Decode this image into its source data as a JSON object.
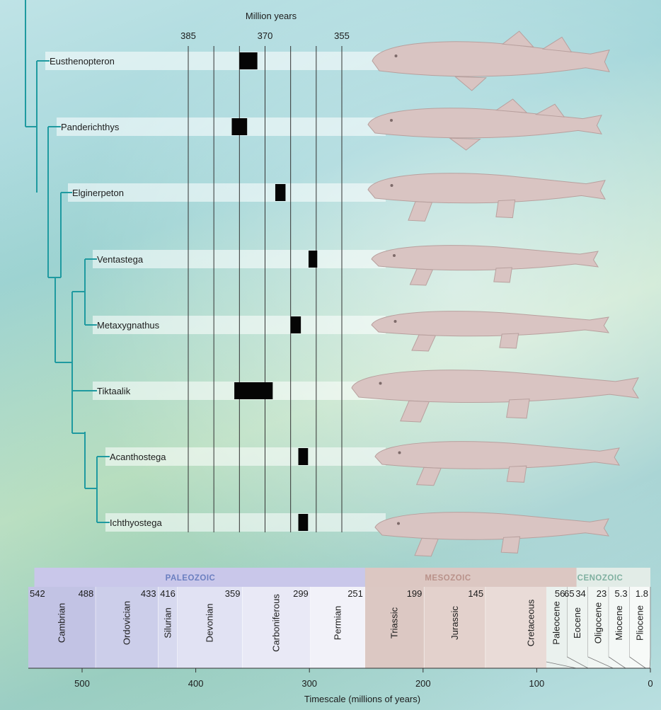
{
  "top_axis": {
    "title": "Million years",
    "labels": [
      {
        "value": 385,
        "text": "385"
      },
      {
        "value": 370,
        "text": "370"
      },
      {
        "value": 355,
        "text": "355"
      }
    ],
    "gridlines": [
      385,
      380,
      375,
      370,
      365,
      360,
      355
    ]
  },
  "taxa": [
    {
      "name": "Eusthenopteron",
      "range": [
        375,
        371.5
      ],
      "depth": 1
    },
    {
      "name": "Panderichthys",
      "range": [
        376.5,
        373.5
      ],
      "depth": 2
    },
    {
      "name": "Elginerpeton",
      "range": [
        368,
        366
      ],
      "depth": 3
    },
    {
      "name": "Ventastega",
      "range": [
        361.5,
        359.8
      ],
      "depth": 5
    },
    {
      "name": "Metaxygnathus",
      "range": [
        365,
        363
      ],
      "depth": 5
    },
    {
      "name": "Tiktaalik",
      "range": [
        376,
        368.5
      ],
      "depth": 5
    },
    {
      "name": "Acanthostega",
      "range": [
        363.5,
        361.6
      ],
      "depth": 6
    },
    {
      "name": "Ichthyostega",
      "range": [
        363.5,
        361.6
      ],
      "depth": 6
    }
  ],
  "eras": [
    {
      "name": "PALEOZOIC",
      "start": 542,
      "end": 251,
      "color": "#c9c7ea",
      "text_color": "#6b7fc0"
    },
    {
      "name": "MESOZOIC",
      "start": 251,
      "end": 65,
      "color": "#dcc7c2",
      "text_color": "#b9928a"
    },
    {
      "name": "CENOZOIC",
      "start": 65,
      "end": 0,
      "color": "#e2ece7",
      "text_color": "#7fb0a0"
    }
  ],
  "periods": [
    {
      "name": "Cambrian",
      "start": 542,
      "end": 488,
      "start_label": "542",
      "end_label": "488",
      "color": "#c2c3e4"
    },
    {
      "name": "Ordovician",
      "start": 488,
      "end": 433,
      "end_label": "433",
      "color": "#ccceea"
    },
    {
      "name": "Silurian",
      "start": 433,
      "end": 416,
      "end_label": "416",
      "color": "#d7d9ef"
    },
    {
      "name": "Devonian",
      "start": 416,
      "end": 359,
      "end_label": "359",
      "color": "#e1e2f3"
    },
    {
      "name": "Carboniferous",
      "start": 359,
      "end": 299,
      "end_label": "299",
      "color": "#e9e9f6"
    },
    {
      "name": "Permian",
      "start": 299,
      "end": 251,
      "end_label": "251",
      "color": "#f2f2f9"
    },
    {
      "name": "Triassic",
      "start": 251,
      "end": 199,
      "end_label": "199",
      "color": "#dcc8c3"
    },
    {
      "name": "Jurassic",
      "start": 199,
      "end": 145,
      "end_label": "145",
      "color": "#e3d1cc"
    },
    {
      "name": "Cretaceous",
      "start": 145,
      "end": 65,
      "end_label": "65",
      "color": "#e9dbd7"
    },
    {
      "name": "Paleocene",
      "start": 65,
      "end": 56,
      "end_label": "56",
      "color": "#eaf1ee"
    },
    {
      "name": "Eocene",
      "start": 56,
      "end": 34,
      "end_label": "34",
      "color": "#eef4f1"
    },
    {
      "name": "Oligocene",
      "start": 34,
      "end": 23,
      "end_label": "23",
      "color": "#f1f6f3"
    },
    {
      "name": "Miocene",
      "start": 23,
      "end": 5.3,
      "end_label": "5.3",
      "color": "#f4f8f6"
    },
    {
      "name": "Pliocene",
      "start": 5.3,
      "end": 1.8,
      "end_label": "1.8",
      "color": "#f7faf8"
    }
  ],
  "bottom_axis": {
    "label": "Timescale (millions of years)",
    "ticks": [
      {
        "value": 500,
        "text": "500"
      },
      {
        "value": 400,
        "text": "400"
      },
      {
        "value": 300,
        "text": "300"
      },
      {
        "value": 200,
        "text": "200"
      },
      {
        "value": 100,
        "text": "100"
      },
      {
        "value": 0,
        "text": "0"
      }
    ]
  },
  "colors": {
    "tree": "#1f9aa0",
    "range_bar": "#050505",
    "gridline": "#333333",
    "animal": "#d9c4c2",
    "animal_stroke": "#b8a09e"
  }
}
